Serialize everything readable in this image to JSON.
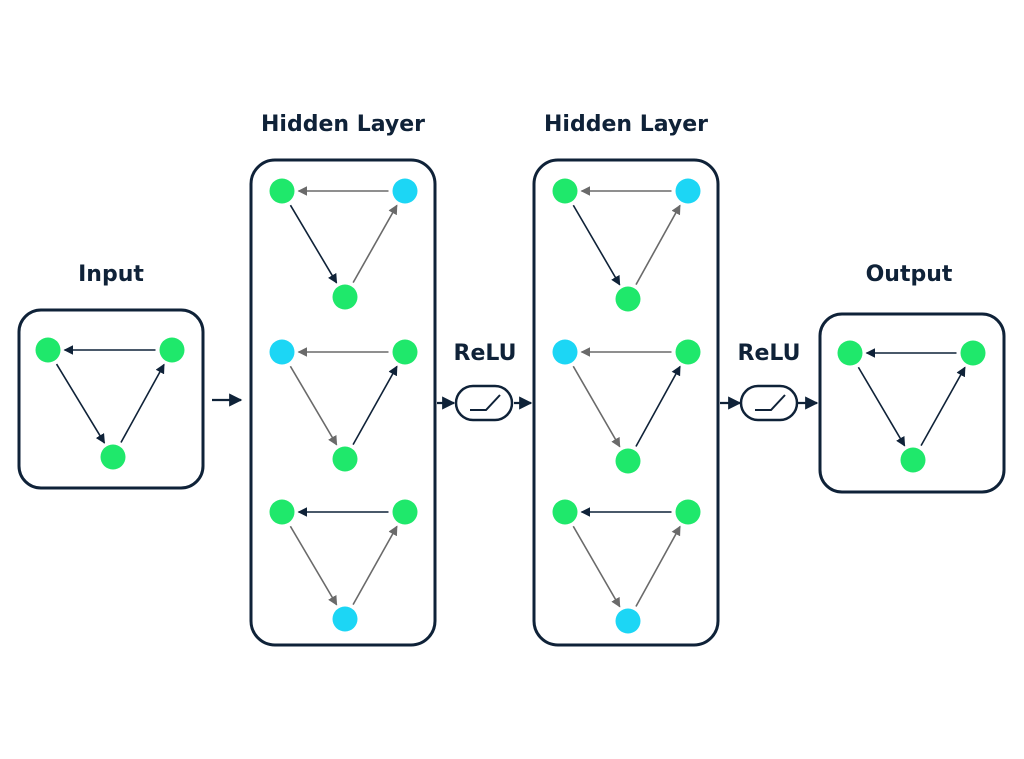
{
  "labels": {
    "input": "Input",
    "hidden_1": "Hidden Layer",
    "hidden_2": "Hidden Layer",
    "relu_1": "ReLU",
    "relu_2": "ReLU",
    "output": "Output"
  },
  "colors": {
    "ink": "#0f2238",
    "node_green": "#1fe86b",
    "node_cyan": "#1cd6f5",
    "edge_dark": "#0f2238",
    "edge_gray": "#6a6a6a",
    "background": "#ffffff"
  },
  "graphs": {
    "input": [
      {
        "nodes": [
          "green",
          "green",
          "green"
        ],
        "edges": [
          "dark",
          "dark",
          "dark"
        ]
      }
    ],
    "hidden_1": [
      {
        "nodes": [
          "green",
          "cyan",
          "green"
        ],
        "edges": [
          "gray",
          "dark",
          "gray"
        ]
      },
      {
        "nodes": [
          "cyan",
          "green",
          "green"
        ],
        "edges": [
          "gray",
          "gray",
          "dark"
        ]
      },
      {
        "nodes": [
          "green",
          "green",
          "cyan"
        ],
        "edges": [
          "dark",
          "gray",
          "gray"
        ]
      }
    ],
    "hidden_2": [
      {
        "nodes": [
          "green",
          "cyan",
          "green"
        ],
        "edges": [
          "gray",
          "dark",
          "gray"
        ]
      },
      {
        "nodes": [
          "cyan",
          "green",
          "green"
        ],
        "edges": [
          "gray",
          "gray",
          "dark"
        ]
      },
      {
        "nodes": [
          "green",
          "green",
          "cyan"
        ],
        "edges": [
          "dark",
          "gray",
          "gray"
        ]
      }
    ],
    "output": [
      {
        "nodes": [
          "green",
          "green",
          "green"
        ],
        "edges": [
          "dark",
          "dark",
          "dark"
        ]
      }
    ]
  }
}
